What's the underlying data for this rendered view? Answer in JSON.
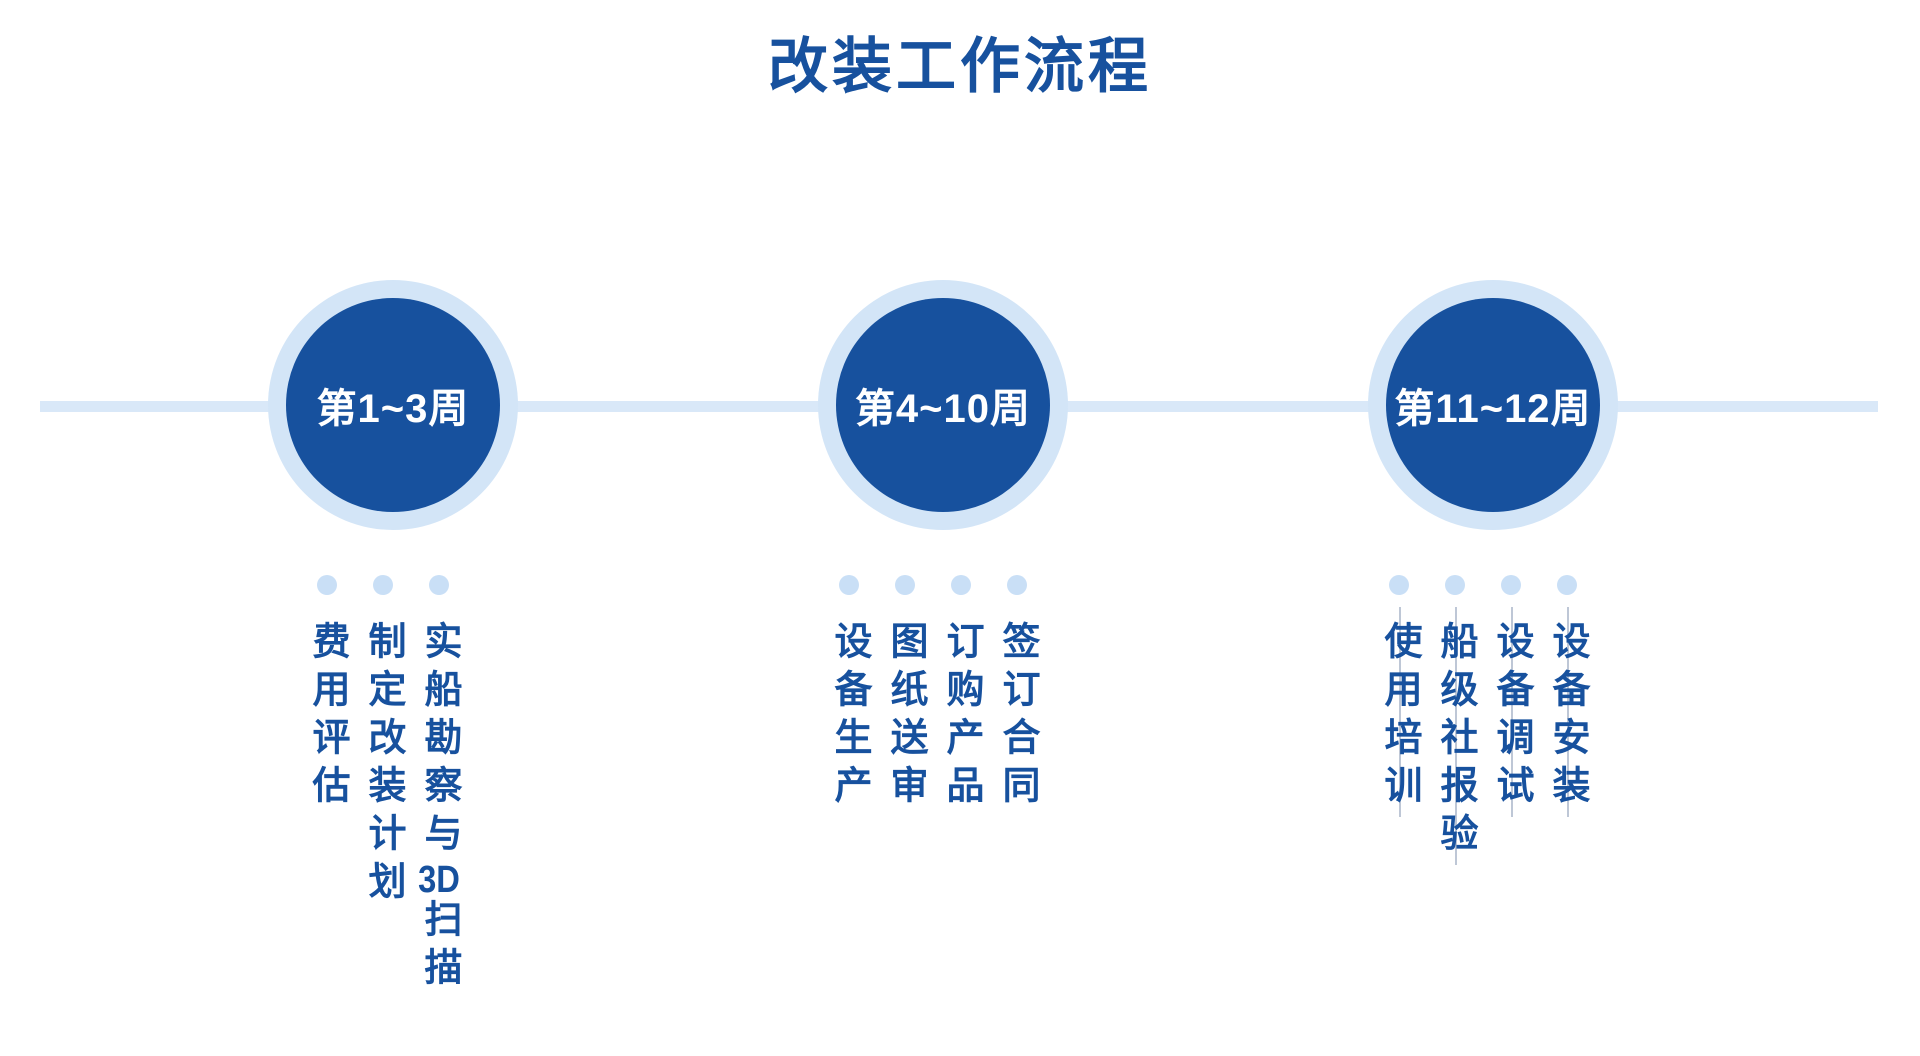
{
  "title": "改装工作流程",
  "colors": {
    "primary": "#17519E",
    "light_line": "#D9E8F8",
    "ring": "#D3E5F7",
    "dot": "#C9DFF6"
  },
  "stages": [
    {
      "week": "第1~3周",
      "steps": [
        "实船勘察与3D扫描",
        "制定改装计划",
        "费用评估"
      ]
    },
    {
      "week": "第4~10周",
      "steps": [
        "签订合同",
        "订购产品",
        "图纸送审",
        "设备生产"
      ]
    },
    {
      "week": "第11~12周",
      "steps": [
        "设备安装",
        "设备调试",
        "船级社报验",
        "使用培训"
      ]
    }
  ]
}
